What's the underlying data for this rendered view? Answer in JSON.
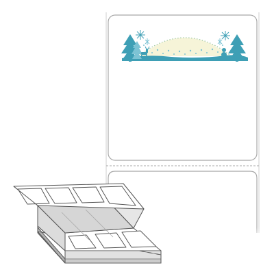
{
  "product": {
    "shape": "rectangular-label",
    "format": "fanfold",
    "colors": {
      "background": "#ffffff",
      "label_border": "#b7b7b7",
      "perforation": "#a9a9a9",
      "winter_teal": "#3e9fb5",
      "winter_light_teal": "#7cc3d4",
      "arch_cream": "#f6f4d8",
      "arch_dots": "#9fc7a0",
      "stack_gray": "#d9d9d9",
      "stack_outline": "#555555"
    },
    "decoration": {
      "theme": "winter-scene",
      "icons": [
        "pine-tree-icon",
        "snowflake-icon",
        "reindeer-icon",
        "snowman-icon"
      ]
    }
  }
}
